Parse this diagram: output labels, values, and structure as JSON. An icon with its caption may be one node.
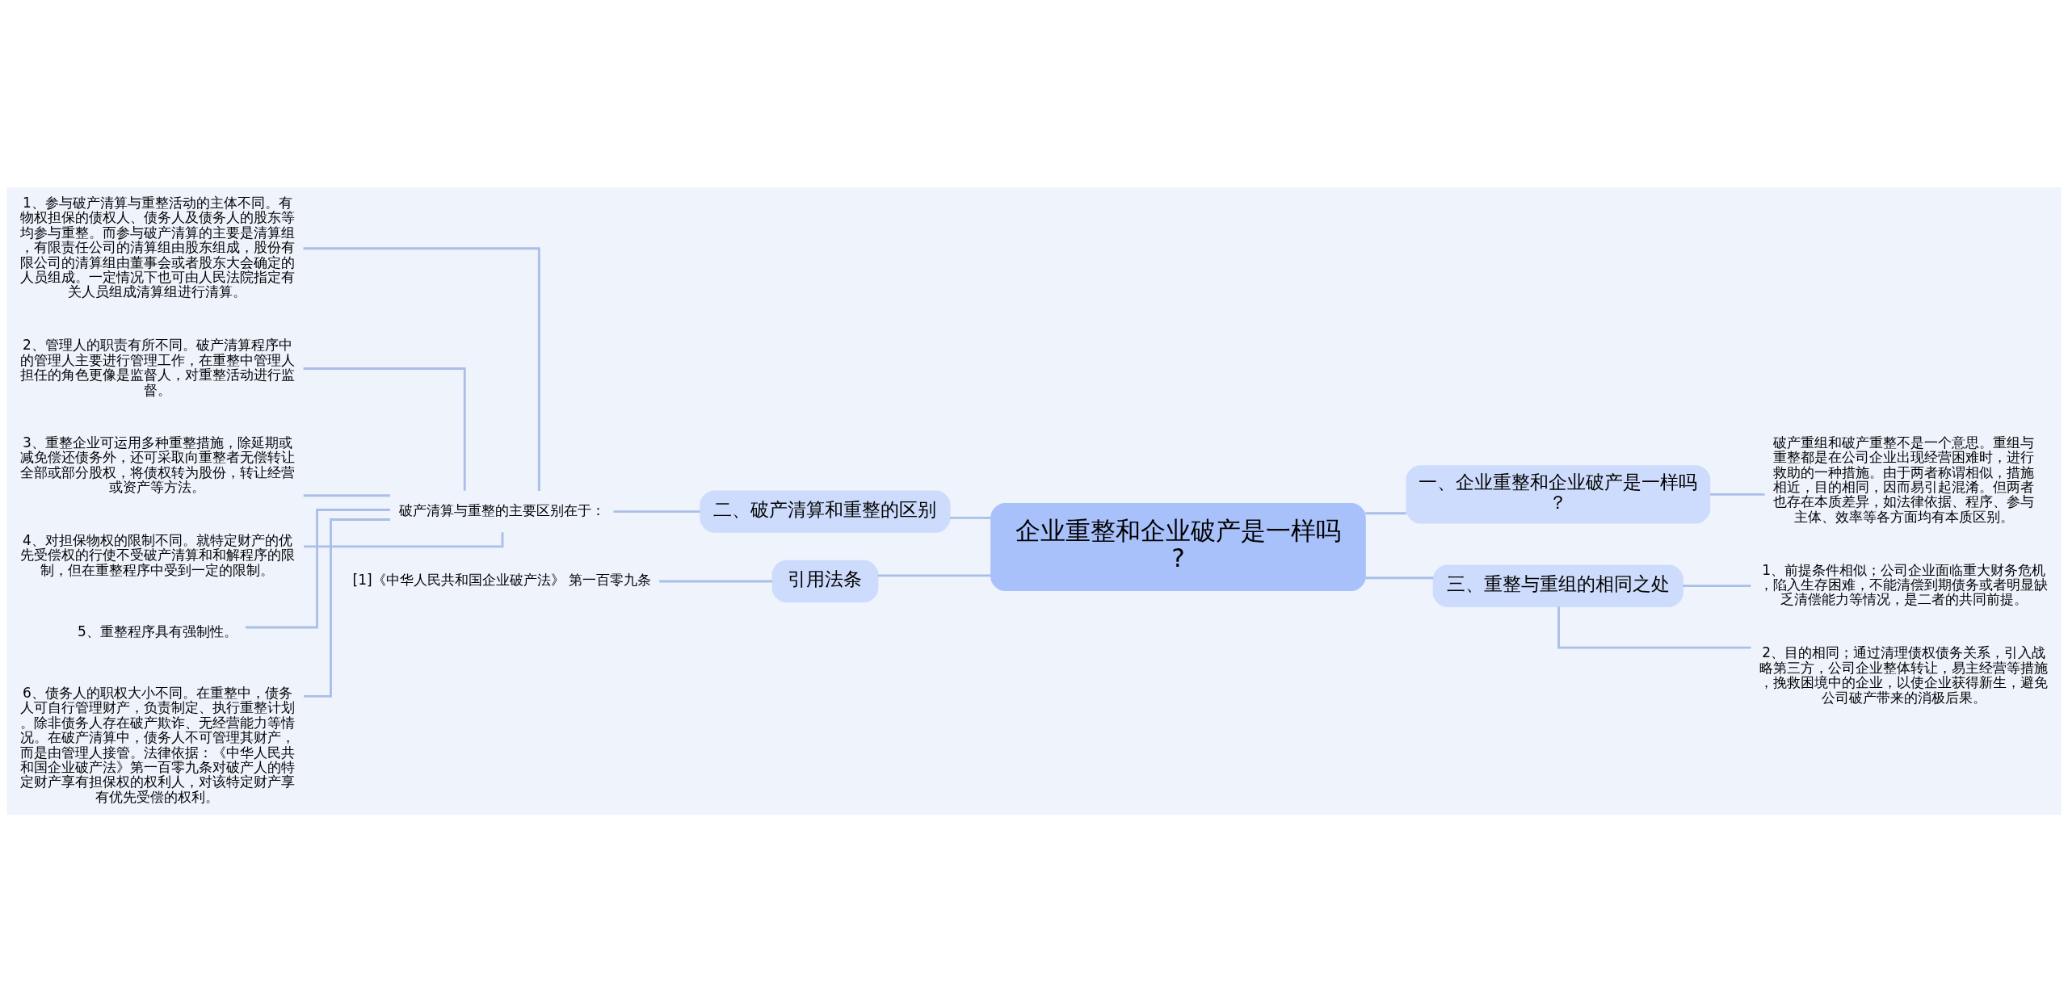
{
  "diagram": {
    "nodes": [
      {
        "text": [
          "企业重整和企业破产是一样吗?"
        ]
      },
      {
        "text": [
          "一、企业重整和企业破产是一样吗？"
        ]
      },
      {
        "text": [
          "破产重组和破产重整不是一个意思。重组与重整都是在公司企业出现经营困难时，进行救助的一种措施。由于两者称谓相似，措施相近，目的相同，因而易引起混淆。但两者也存在本质差异，如法律依据、程序、参与主体、效率等各方面均有本质区别。"
        ]
      },
      {
        "text": [
          "三、重整与重组的相同之处"
        ]
      },
      {
        "text": [
          "1、前提条件相似；公司企业面临重大财务危机，陷入生存困难，不能清偿到期债务或者明显缺乏清偿能力等情况，是二者的共同前提。"
        ]
      },
      {
        "text": [
          "2、目的相同；通过清理债权债务关系，引入战略第三方，公司企业整体转让，易主经营等措施，挽救困境中的企业，以使企业获得新生，避免公司破产带来的消极后果。"
        ]
      },
      {
        "text": [
          "二、破产清算和重整的区别"
        ]
      },
      {
        "text": [
          "破产清算与重整的主要区别在于："
        ]
      },
      {
        "text": [
          "1、参与破产清算与重整活动的主体不同。有物权担保的债权人、债务人及债务人的股东等均参与重整。而参与破产清算的主要是清算组，有限责任公司的清算组由股东组成，股份有限公司的清算组由董事会或者股东大会确定的人员组成。一定情况下也可由人民法院指定有关人员组成清算组进行清算。"
        ]
      },
      {
        "text": [
          "2、管理人的职责有所不同。破产清算程序中的管理人主要进行管理工作，在重整中管理人担任的角色更像是监督人，对重整活动进行监督。"
        ]
      },
      {
        "text": [
          "3、重整企业可运用多种重整措施，除延期或减免偿还债务外，还可采取向重整者无偿转让全部或部分股权，将债权转为股份，转让经营或资产等方法。"
        ]
      },
      {
        "text": [
          "4、对担保物权的限制不同。就特定财产的优先受偿权的行使不受破产清算和和解程序的限制，但在重整程序中受到一定的限制。"
        ]
      },
      {
        "text": [
          "5、重整程序具有强制性。"
        ]
      },
      {
        "text": [
          "6、债务人的职权大小不同。在重整中，债务人可自行管理财产，负责制定、执行重整计划。除非债务人存在破产欺诈、无经营能力等情况。在破产清算中，债务人不可管理其财产，而是由管理人接管。法律依据：《中华人民共和国企业破产法》第一百零九条对破产人的特定财产享有担保权的权利人，对该特定财产享有优先受偿的权利。"
        ]
      },
      {
        "text": [
          "引用法条"
        ]
      },
      {
        "text": [
          "[1]《中华人民共和国企业破产法》 第一百零九条"
        ]
      }
    ],
    "edges": [
      {
        "from": 0,
        "to": 1,
        "arrow": "none"
      },
      {
        "from": 1,
        "to": 2,
        "arrow": "none"
      },
      {
        "from": 0,
        "to": 3,
        "arrow": "none"
      },
      {
        "from": 3,
        "to": 4,
        "arrow": "none"
      },
      {
        "from": 3,
        "to": 5,
        "arrow": "none"
      },
      {
        "from": 0,
        "to": 6,
        "arrow": "none"
      },
      {
        "from": 6,
        "to": 7,
        "arrow": "none"
      },
      {
        "from": 7,
        "to": 8,
        "arrow": "none"
      },
      {
        "from": 7,
        "to": 9,
        "arrow": "none"
      },
      {
        "from": 7,
        "to": 10,
        "arrow": "none"
      },
      {
        "from": 7,
        "to": 11,
        "arrow": "none"
      },
      {
        "from": 7,
        "to": 12,
        "arrow": "none"
      },
      {
        "from": 7,
        "to": 13,
        "arrow": "none"
      },
      {
        "from": 0,
        "to": 14,
        "arrow": "none"
      },
      {
        "from": 14,
        "to": 15,
        "arrow": "none"
      }
    ]
  }
}
